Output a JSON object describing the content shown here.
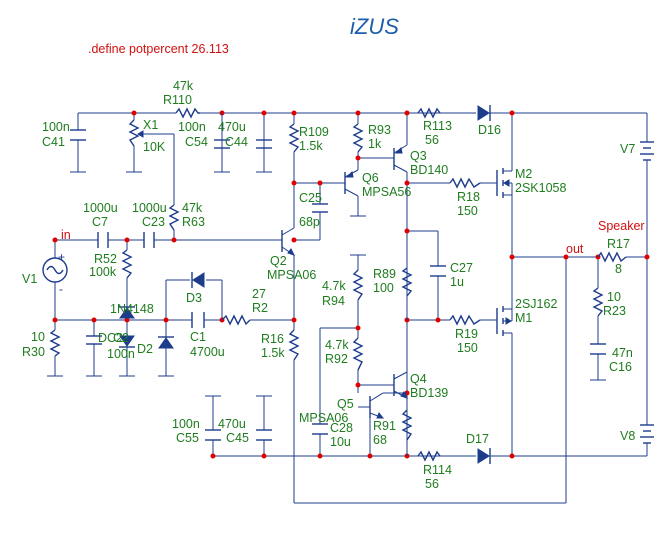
{
  "title": "iZUS",
  "directive": ".define potpercent 26.113",
  "nets": {
    "in": "in",
    "out": "out",
    "speaker": "Speaker"
  },
  "symbols": {
    "plus": "+",
    "minus": "-"
  },
  "components": {
    "c41": {
      "ref": "C41",
      "value": "100n"
    },
    "x1": {
      "ref": "X1",
      "value": "10K"
    },
    "r110": {
      "ref": "R110",
      "value": "47k"
    },
    "c54": {
      "ref": "C54",
      "value": "100n"
    },
    "c44": {
      "ref": "C44",
      "value": "470u"
    },
    "r109": {
      "ref": "R109",
      "value": "1.5k"
    },
    "r93": {
      "ref": "R93",
      "value": "1k"
    },
    "r113": {
      "ref": "R113",
      "value": "56"
    },
    "d16": {
      "ref": "D16",
      "value": ""
    },
    "q3": {
      "ref": "Q3",
      "value": "BD140"
    },
    "m2": {
      "ref": "M2",
      "value": "2SK1058"
    },
    "v7": {
      "ref": "V7",
      "value": ""
    },
    "q6": {
      "ref": "Q6",
      "value": "MPSA56"
    },
    "r18": {
      "ref": "R18",
      "value": "150"
    },
    "c7": {
      "ref": "C7",
      "value": "1000u"
    },
    "c23": {
      "ref": "C23",
      "value": "1000u"
    },
    "r63": {
      "ref": "R63",
      "value": "47k"
    },
    "c25": {
      "ref": "C25",
      "value": "68p"
    },
    "r52": {
      "ref": "R52",
      "value": "100k"
    },
    "q2": {
      "ref": "Q2",
      "value": "MPSA06"
    },
    "r89": {
      "ref": "R89",
      "value": "100"
    },
    "c27": {
      "ref": "C27",
      "value": "1u"
    },
    "r17": {
      "ref": "R17",
      "value": "8"
    },
    "v1": {
      "ref": "V1",
      "value": ""
    },
    "r94": {
      "ref": "R94",
      "value": "4.7k"
    },
    "d3": {
      "ref": "D3",
      "value": "1N4148"
    },
    "r2": {
      "ref": "R2",
      "value": "27"
    },
    "m1": {
      "ref": "M1",
      "value": "2SJ162"
    },
    "r23": {
      "ref": "R23",
      "value": "10"
    },
    "r30": {
      "ref": "R30",
      "value": "10"
    },
    "dc2": {
      "ref": "DC2",
      "value": ""
    },
    "c2": {
      "ref": "C2",
      "value": "100n"
    },
    "d2": {
      "ref": "D2",
      "value": ""
    },
    "c1": {
      "ref": "C1",
      "value": "4700u"
    },
    "r16": {
      "ref": "R16",
      "value": "1.5k"
    },
    "r92": {
      "ref": "R92",
      "value": "4.7k"
    },
    "r19": {
      "ref": "R19",
      "value": "150"
    },
    "c16": {
      "ref": "C16",
      "value": "47n"
    },
    "q4": {
      "ref": "Q4",
      "value": "BD139"
    },
    "q5": {
      "ref": "Q5",
      "value": "MPSA06"
    },
    "c55": {
      "ref": "C55",
      "value": "100n"
    },
    "c45": {
      "ref": "C45",
      "value": "470u"
    },
    "c28": {
      "ref": "C28",
      "value": "10u"
    },
    "r91": {
      "ref": "R91",
      "value": "68"
    },
    "r114": {
      "ref": "R114",
      "value": "56"
    },
    "d17": {
      "ref": "D17",
      "value": ""
    },
    "v8": {
      "ref": "V8",
      "value": ""
    }
  }
}
